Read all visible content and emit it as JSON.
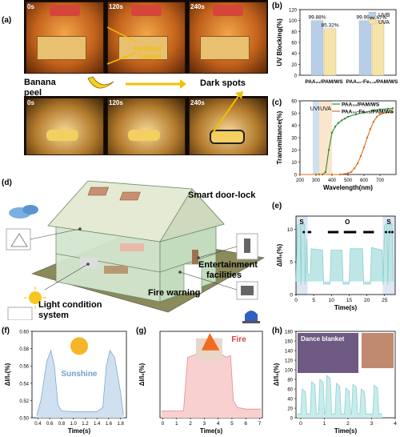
{
  "panel_labels": {
    "a": "(a)",
    "b": "(b)",
    "c": "(c)",
    "d": "(d)",
    "e": "(e)",
    "f": "(f)",
    "g": "(g)",
    "h": "(h)"
  },
  "panel_a": {
    "times_top": [
      "0s",
      "120s",
      "240s"
    ],
    "times_bottom": [
      "0s",
      "120s",
      "240s"
    ],
    "hydrogel_label": "hydrogel",
    "sample_label": "sample",
    "banana_label": "Banana",
    "peel_label": "peel",
    "dark_spots_label": "Dark spots"
  },
  "panel_d": {
    "smart_door_lock": "Smart door-lock",
    "entertainment": "Entertainment",
    "facilities": "facilities",
    "fire_warning": "Fire warning",
    "light_condition": "Light condition",
    "system": "system"
  },
  "chart_data": [
    {
      "id": "b",
      "type": "bar",
      "ylabel": "UV Blocking(%)",
      "categories": [
        "PAA₃₀/PAM/WS",
        "PAA₃₀-Fe₀.₃/PAM/WS"
      ],
      "series": [
        {
          "name": "UVB",
          "values": [
            99.88,
            99.99
          ],
          "color": "#b8cde6"
        },
        {
          "name": "UVA",
          "values": [
            85.32,
            99.67
          ],
          "color": "#f6e3a8"
        }
      ],
      "value_labels": [
        "99.88%",
        "85.32%",
        "99.99%",
        "99.67%"
      ],
      "ylim": [
        0,
        120
      ],
      "yticks": [
        "0",
        "20",
        "40",
        "60",
        "80",
        "100",
        "120"
      ]
    },
    {
      "id": "c",
      "type": "line",
      "xlabel": "Wavelength(nm)",
      "ylabel": "Transmittance(%)",
      "xlim": [
        200,
        800
      ],
      "ylim": [
        0,
        60
      ],
      "xticks": [
        "200",
        "300",
        "400",
        "500",
        "600",
        "700"
      ],
      "yticks": [
        "0",
        "10",
        "20",
        "30",
        "40",
        "50",
        "60"
      ],
      "bands": [
        {
          "name": "UVB",
          "from": 280,
          "to": 320,
          "color": "#cfe0ef"
        },
        {
          "name": "UVA",
          "from": 320,
          "to": 400,
          "color": "#fbe5cc"
        }
      ],
      "series": [
        {
          "name": "PAA₃₀/PAM/WS",
          "color": "#2e8b2e",
          "x": [
            200,
            300,
            320,
            340,
            360,
            380,
            400,
            420,
            440,
            460,
            480,
            500,
            550,
            600,
            650,
            700,
            750,
            780
          ],
          "y": [
            0,
            0,
            0,
            0,
            2,
            20,
            34,
            39,
            42,
            44,
            45.5,
            47,
            49,
            50.5,
            52,
            53,
            53.5,
            54
          ]
        },
        {
          "name": "PAA₃₀-Fe₀.₃/PAM/WS",
          "color": "#e07020",
          "x": [
            200,
            300,
            400,
            450,
            500,
            520,
            540,
            560,
            580,
            600,
            620,
            640,
            660,
            680,
            700,
            740,
            780
          ],
          "y": [
            0,
            0,
            0,
            0,
            1,
            2,
            5,
            9,
            15,
            22,
            30,
            37,
            43,
            47,
            49,
            50.5,
            51
          ]
        }
      ]
    },
    {
      "id": "e",
      "type": "line",
      "xlabel": "Time(s)",
      "ylabel": "ΔI/I₀(%)",
      "xlim": [
        0,
        28
      ],
      "ylim": [
        0,
        12
      ],
      "xticks": [
        "0",
        "5",
        "10",
        "15",
        "20",
        "25"
      ],
      "yticks": [
        "0",
        "5",
        "10"
      ],
      "annotations": [
        "S",
        "O",
        "S"
      ]
    },
    {
      "id": "f",
      "type": "line",
      "xlabel": "Time(s)",
      "ylabel": "ΔI/I₀(%)",
      "xlim": [
        0.3,
        1.9
      ],
      "ylim": [
        0.5,
        0.6
      ],
      "xticks": [
        "0.4",
        "0.6",
        "0.8",
        "1.0",
        "1.2",
        "1.4",
        "1.6",
        "1.8"
      ],
      "yticks": [
        "0.50",
        "0.52",
        "0.54",
        "0.56",
        "0.58",
        "0.60"
      ],
      "annotation": "Sunshine"
    },
    {
      "id": "g",
      "type": "line",
      "xlabel": "Time(s)",
      "ylabel": "ΔI/I₀(%)",
      "xlim": [
        -0.2,
        7.2
      ],
      "xticks": [
        "0",
        "1",
        "2",
        "3",
        "4",
        "5",
        "6",
        "7"
      ],
      "annotation": "Fire"
    },
    {
      "id": "h",
      "type": "line",
      "xlabel": "Time(s)",
      "ylabel": "ΔI/I₀(%)",
      "xlim": [
        -0.2,
        4
      ],
      "ylim": [
        0,
        180
      ],
      "xticks": [
        "0",
        "1",
        "2",
        "3",
        "4"
      ],
      "yticks": [
        "0",
        "20",
        "40",
        "60",
        "80",
        "100",
        "120",
        "140",
        "160",
        "180"
      ],
      "annotation": "Dance blanket"
    }
  ]
}
